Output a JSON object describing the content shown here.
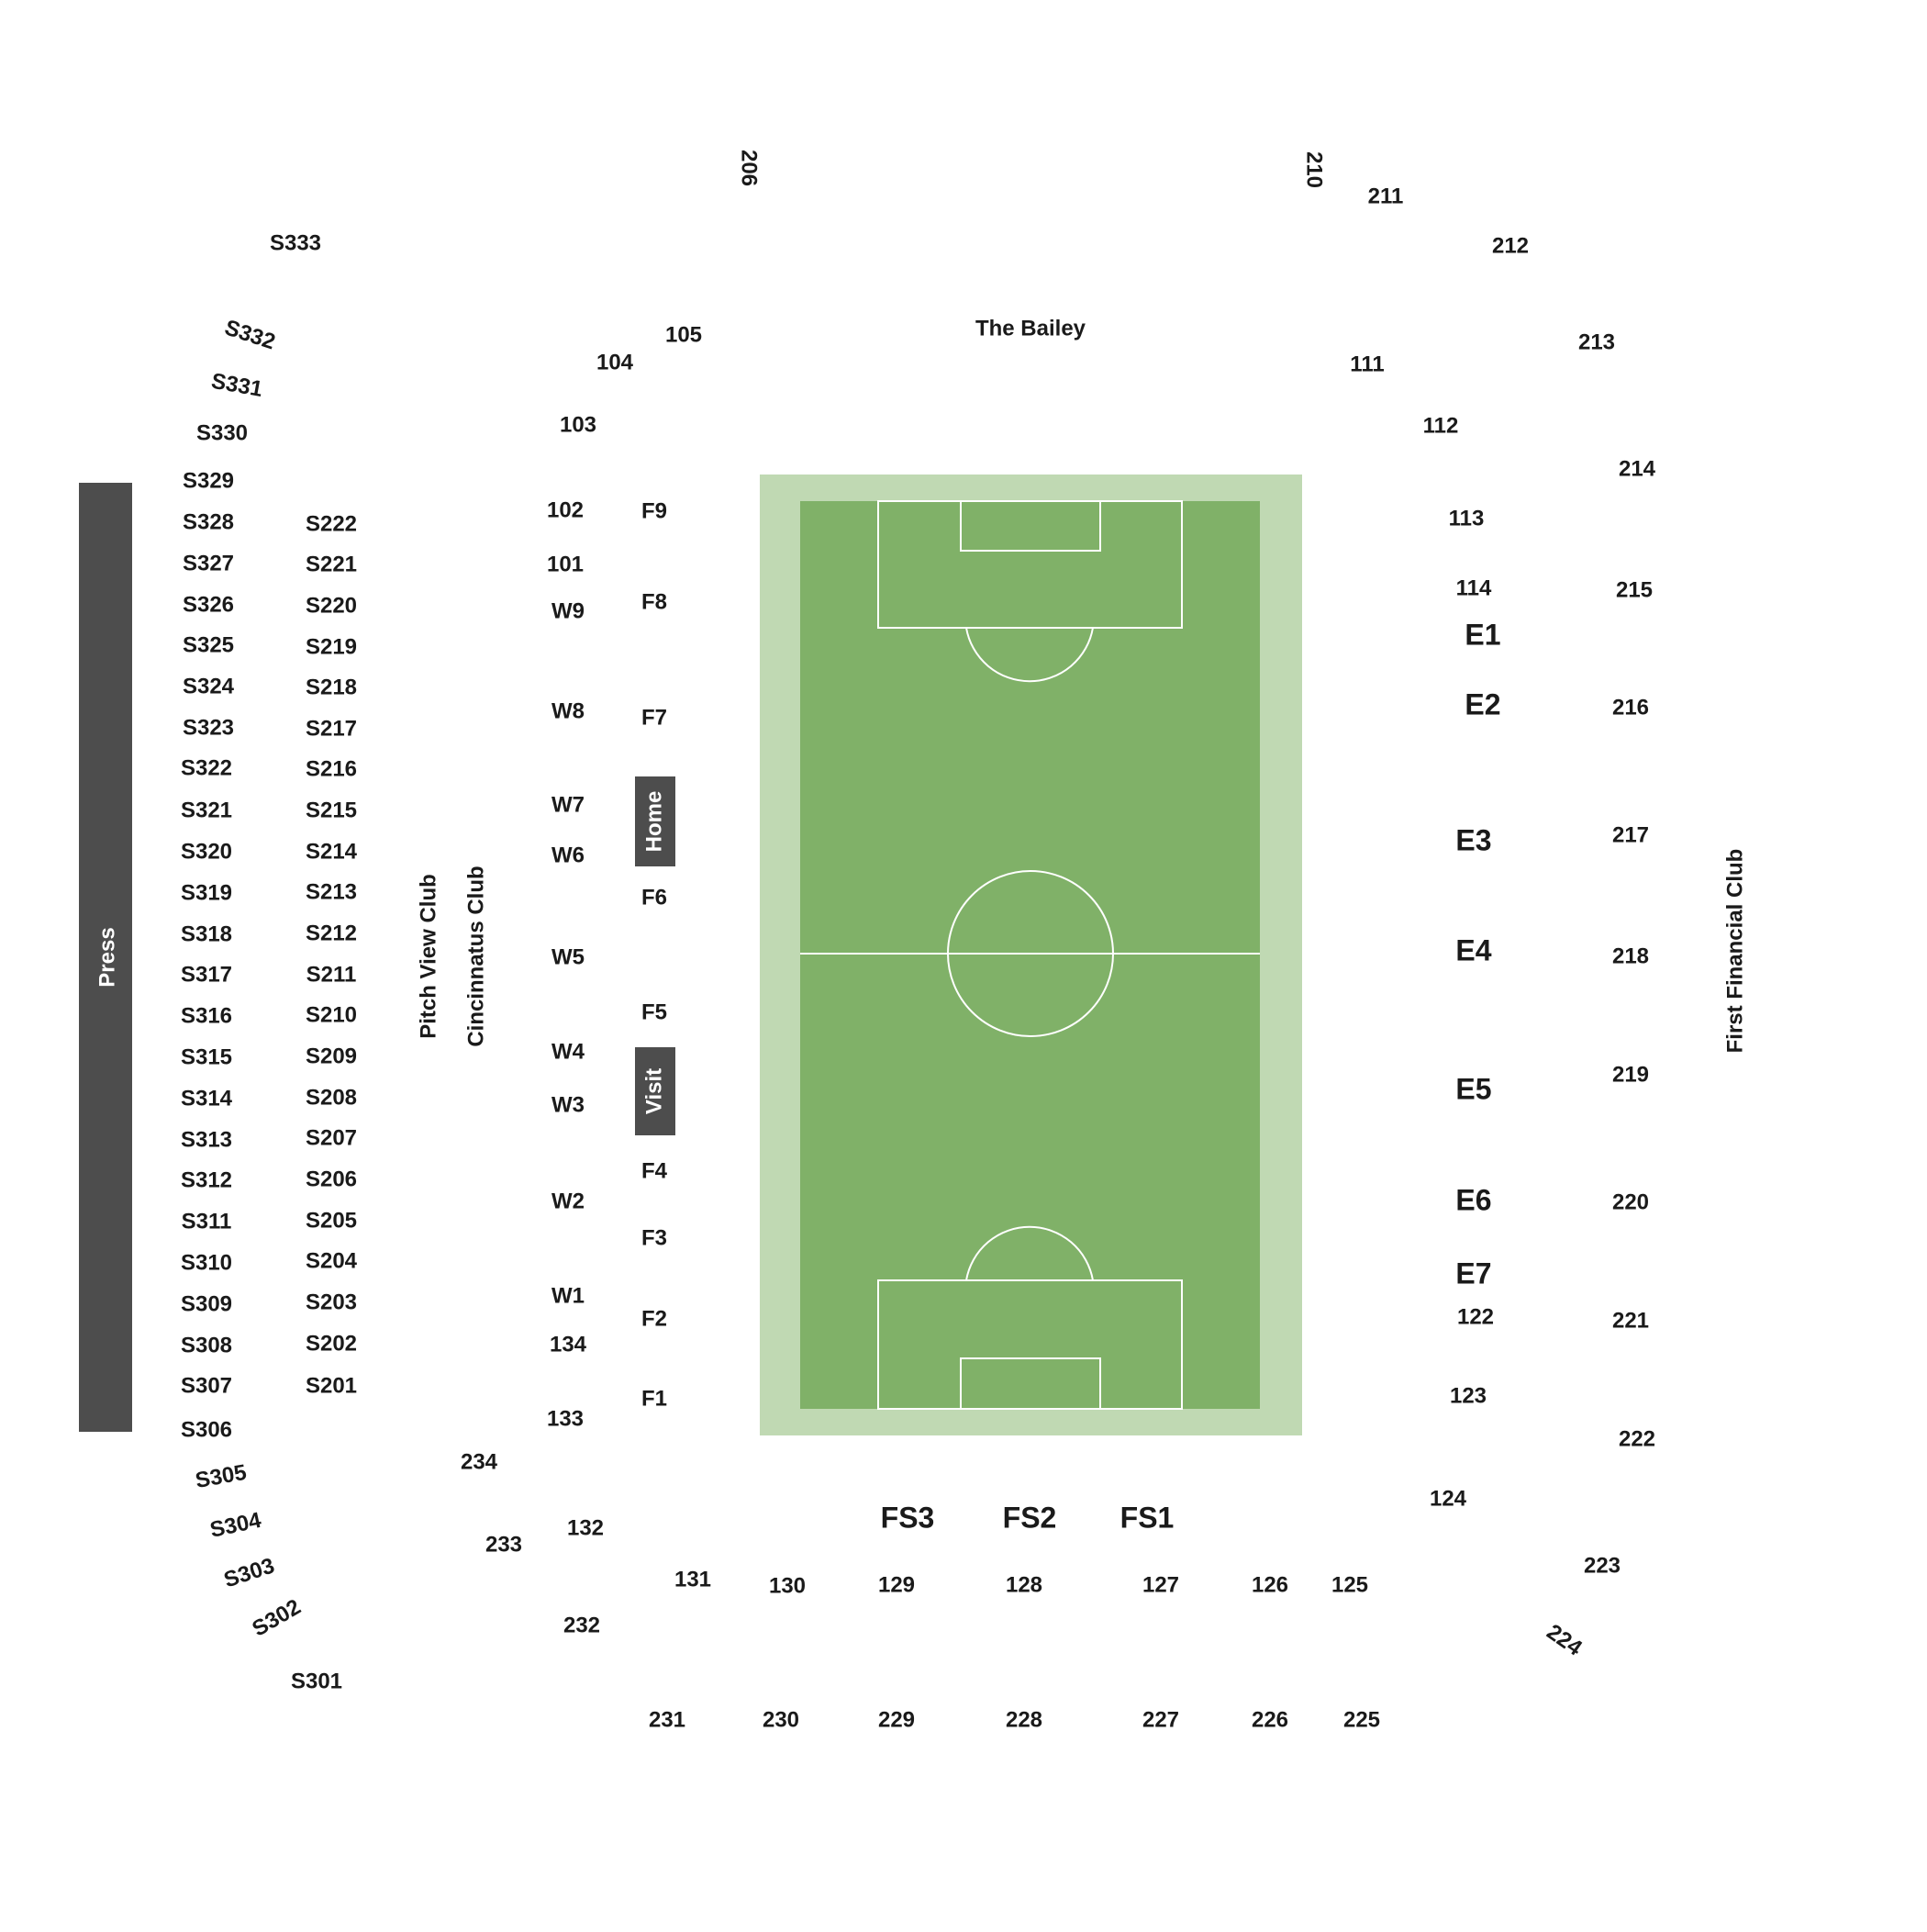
{
  "colors": {
    "pitch_outer": "#c0d9b3",
    "pitch_inner": "#80b168",
    "pitch_lines": "#ffffff",
    "bar_fill": "#4d4d4d",
    "text": "#1a1a1a"
  },
  "stands": {
    "press": "Press",
    "pitch_view_club": "Pitch View Club",
    "cincinnatus_club": "Cincinnatus Club",
    "the_bailey": "The Bailey",
    "first_financial_club": "First Financial Club"
  },
  "benches": {
    "home": "Home",
    "visit": "Visit"
  },
  "sections": {
    "s300": [
      "S333",
      "S332",
      "S331",
      "S330",
      "S329",
      "S328",
      "S327",
      "S326",
      "S325",
      "S324",
      "S323",
      "S322",
      "S321",
      "S320",
      "S319",
      "S318",
      "S317",
      "S316",
      "S315",
      "S314",
      "S313",
      "S312",
      "S311",
      "S310",
      "S309",
      "S308",
      "S307",
      "S306",
      "S305",
      "S304",
      "S303",
      "S302",
      "S301"
    ],
    "s200": [
      "S222",
      "S221",
      "S220",
      "S219",
      "S218",
      "S217",
      "S216",
      "S215",
      "S214",
      "S213",
      "S212",
      "S211",
      "S210",
      "S209",
      "S208",
      "S207",
      "S206",
      "S205",
      "S204",
      "S203",
      "S202",
      "S201"
    ],
    "west_lower": [
      "105",
      "104",
      "103",
      "102",
      "101",
      "W9",
      "W8",
      "W7",
      "W6",
      "W5",
      "W4",
      "W3",
      "W2",
      "W1",
      "134",
      "133",
      "132",
      "131"
    ],
    "field_west": [
      "F9",
      "F8",
      "F7",
      "F6",
      "F5",
      "F4",
      "F3",
      "F2",
      "F1"
    ],
    "west_upper": [
      "206",
      "234",
      "233",
      "232",
      "231"
    ],
    "north_upper": [
      "210",
      "211",
      "212",
      "213",
      "214",
      "215",
      "216",
      "217",
      "218",
      "219",
      "220",
      "221",
      "222",
      "223",
      "224"
    ],
    "east_lower": [
      "111",
      "112",
      "113",
      "114",
      "122",
      "123",
      "124"
    ],
    "east_club": [
      "E1",
      "E2",
      "E3",
      "E4",
      "E5",
      "E6",
      "E7"
    ],
    "south_club": [
      "FS3",
      "FS2",
      "FS1"
    ],
    "south_lower": [
      "130",
      "129",
      "128",
      "127",
      "126",
      "125"
    ],
    "south_upper": [
      "230",
      "229",
      "228",
      "227",
      "226",
      "225"
    ]
  }
}
